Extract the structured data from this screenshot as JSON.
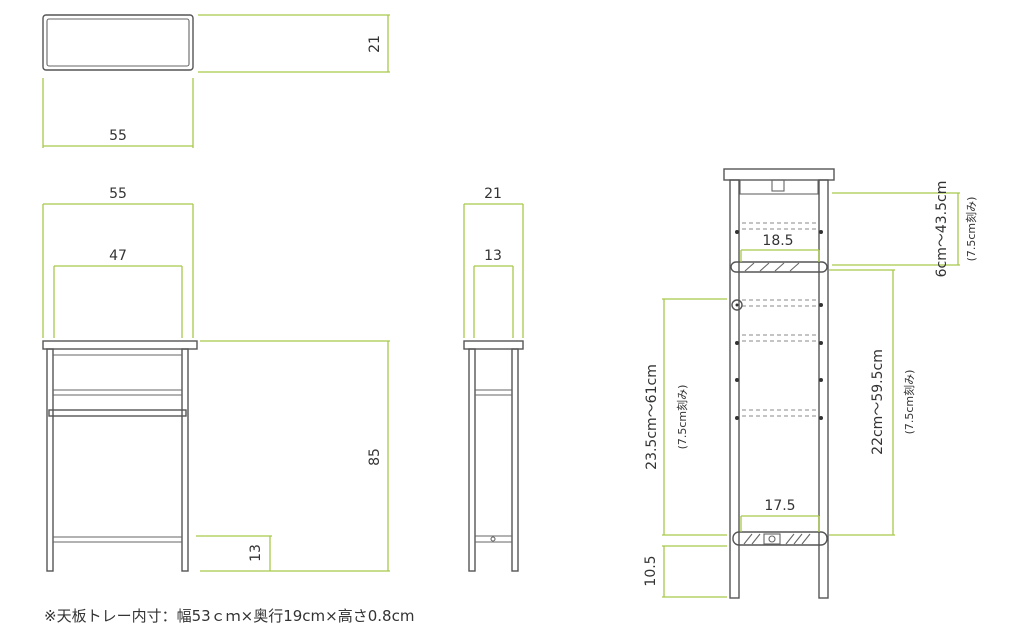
{
  "top_view": {
    "depth": "21",
    "width": "55"
  },
  "front_view": {
    "width_outer": "55",
    "width_inner": "47",
    "height": "85",
    "lower_shelf_height": "13"
  },
  "side_view": {
    "depth_outer": "21",
    "depth_inner": "13"
  },
  "detail_view": {
    "top_adjust": "6cm～43.5cm",
    "top_adjust_step": "(7.5cm刻み)",
    "upper_shelf_width": "18.5",
    "left_range": "23.5cm～61cm",
    "left_step": "(7.5cm刻み)",
    "right_range": "22cm～59.5cm",
    "right_step": "(7.5cm刻み)",
    "lower_shelf_width": "17.5",
    "leg_height": "10.5"
  },
  "note": "※天板トレー内寸：幅53ｃｍ×奥行19cm×高さ0.8cm"
}
